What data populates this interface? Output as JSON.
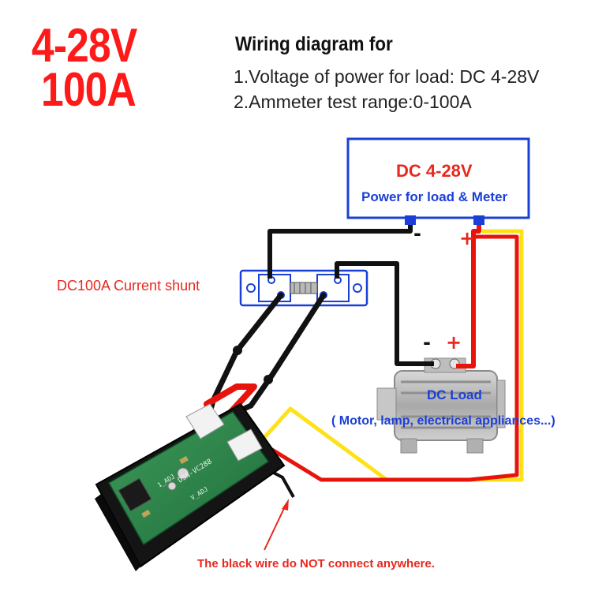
{
  "header": {
    "voltage_range": "4-28V",
    "current_rating": "100A",
    "title": "Wiring diagram for",
    "spec_1": "1.Voltage of power for load: DC 4-28V",
    "spec_2": "2.Ammeter test range:0-100A"
  },
  "power_supply": {
    "title": "DC 4-28V",
    "subtitle": "Power for load & Meter",
    "minus": "-",
    "plus": "+"
  },
  "shunt": {
    "label": "DC100A Current shunt"
  },
  "load": {
    "minus": "-",
    "plus": "+",
    "title": "DC Load",
    "subtitle": "( Motor, lamp, electrical appliances...)"
  },
  "meter": {
    "pcb_text_1": "DSN-VC288",
    "pcb_text_2": "1_ADJ",
    "pcb_text_3": "V_ADJ"
  },
  "note": "The black wire do NOT connect anywhere.",
  "colors": {
    "accent_red": "#e8281e",
    "label_blue": "#1b3fd6",
    "wire_black": "#111111",
    "wire_red": "#e8140c",
    "wire_yellow": "#ffe11a"
  }
}
